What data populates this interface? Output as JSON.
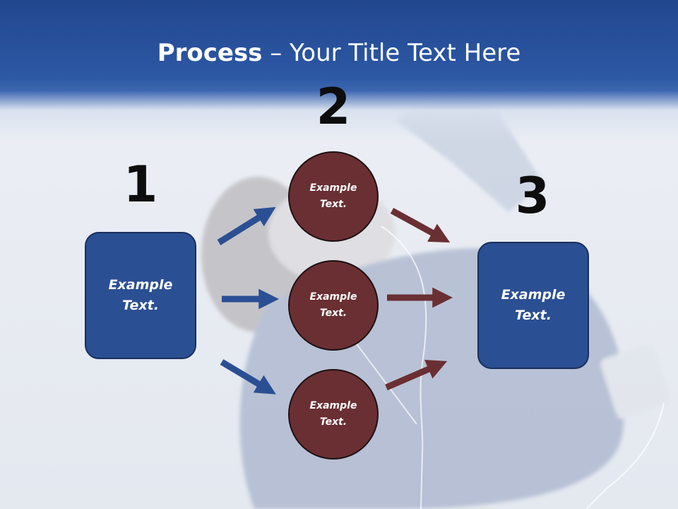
{
  "title": {
    "bold": "Process",
    "rest": " – Your Title Text Here"
  },
  "steps": [
    {
      "number": "1",
      "label": "Example\nText."
    },
    {
      "number": "2",
      "label": "Example\nText."
    },
    {
      "number": "3",
      "label": "Example\nText."
    }
  ],
  "circles": [
    {
      "label": "Example\nText."
    },
    {
      "label": "Example\nText."
    },
    {
      "label": "Example\nText."
    }
  ],
  "colors": {
    "header": "#2d58a4",
    "box_fill": "#2b4f93",
    "circle_fill": "#6a2f33",
    "blue_arrow": "#2b4f93",
    "brown_arrow": "#6a2f33"
  }
}
